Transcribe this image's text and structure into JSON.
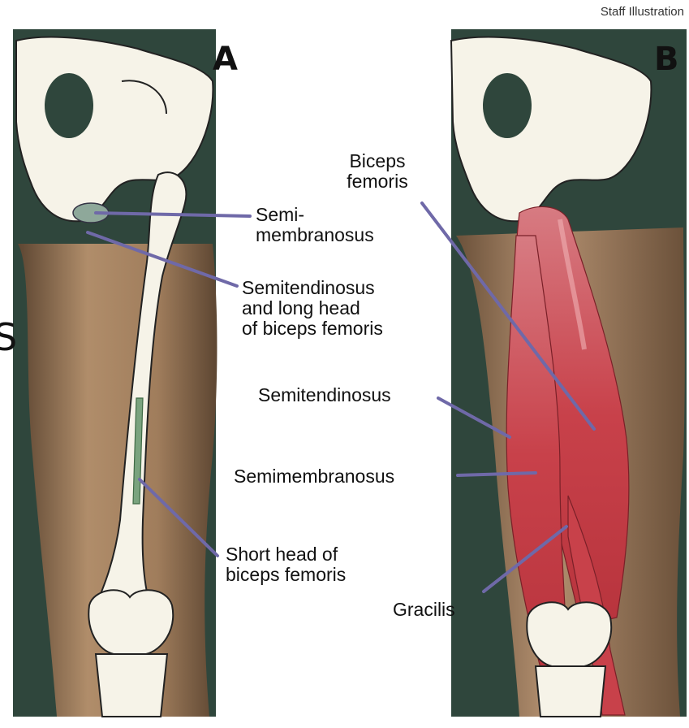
{
  "credit": "Staff Illustration",
  "panels": {
    "a": {
      "letter": "A"
    },
    "b": {
      "letter": "B"
    }
  },
  "edge_glyph": "S",
  "labels": {
    "a_semimembranosus": "Semi-\nmembranosus",
    "a_semitendinosus_long_head": "Semitendinosus\nand long head\nof biceps femoris",
    "a_short_head": "Short head of\nbiceps femoris",
    "b_biceps_femoris": "Biceps\nfemoris",
    "b_semitendinosus": "Semitendinosus",
    "b_semimembranosus": "Semimembranosus",
    "b_gracilis": "Gracilis"
  },
  "colors": {
    "background_dark_green": "#2f463c",
    "skin": "#a98764",
    "skin_shadow": "#6e543c",
    "bone": "#f6f3e8",
    "muscle": "#c7434b",
    "leader_line": "#6f69a8"
  }
}
